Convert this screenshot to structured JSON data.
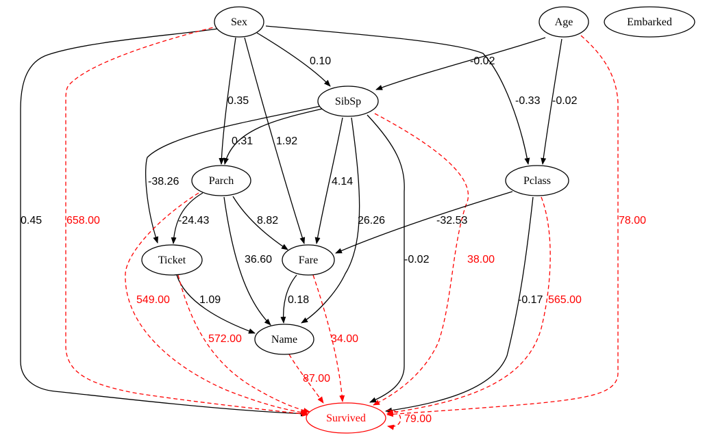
{
  "colors": {
    "default": "#000000",
    "highlight": "#ff0000",
    "background": "#ffffff"
  },
  "nodes": [
    {
      "id": "sex",
      "label": "Sex"
    },
    {
      "id": "age",
      "label": "Age"
    },
    {
      "id": "embarked",
      "label": "Embarked"
    },
    {
      "id": "sibsp",
      "label": "SibSp"
    },
    {
      "id": "parch",
      "label": "Parch"
    },
    {
      "id": "pclass",
      "label": "Pclass"
    },
    {
      "id": "ticket",
      "label": "Ticket"
    },
    {
      "id": "fare",
      "label": "Fare"
    },
    {
      "id": "name",
      "label": "Name"
    },
    {
      "id": "survived",
      "label": "Survived",
      "highlight": true
    }
  ],
  "edges": [
    {
      "id": "sex-survived",
      "from": "Sex",
      "to": "Survived",
      "label": "0.45",
      "style": "solid"
    },
    {
      "id": "sex-survived-dashed",
      "from": "Sex",
      "to": "Survived",
      "label": "658.00",
      "style": "dashed"
    },
    {
      "id": "sex-parch",
      "from": "Sex",
      "to": "Parch",
      "label": "0.35",
      "style": "solid"
    },
    {
      "id": "sex-fare",
      "from": "Sex",
      "to": "Fare",
      "label": "1.92",
      "style": "solid"
    },
    {
      "id": "sex-sibsp",
      "from": "Sex",
      "to": "SibSp",
      "label": "0.10",
      "style": "solid"
    },
    {
      "id": "sex-pclass",
      "from": "Sex",
      "to": "Pclass",
      "label": "-0.33",
      "style": "solid"
    },
    {
      "id": "age-sibsp",
      "from": "Age",
      "to": "SibSp",
      "label": "-0.02",
      "style": "solid"
    },
    {
      "id": "age-pclass",
      "from": "Age",
      "to": "Pclass",
      "label": "-0.02",
      "style": "solid"
    },
    {
      "id": "age-survived-dashed",
      "from": "Age",
      "to": "Survived",
      "label": "78.00",
      "style": "dashed"
    },
    {
      "id": "sibsp-parch",
      "from": "SibSp",
      "to": "Parch",
      "label": "0.31",
      "style": "solid"
    },
    {
      "id": "sibsp-ticket",
      "from": "SibSp",
      "to": "Ticket",
      "label": "-38.26",
      "style": "solid"
    },
    {
      "id": "sibsp-fare",
      "from": "SibSp",
      "to": "Fare",
      "label": "4.14",
      "style": "solid"
    },
    {
      "id": "sibsp-name",
      "from": "SibSp",
      "to": "Name",
      "label": "26.26",
      "style": "solid"
    },
    {
      "id": "sibsp-survived",
      "from": "SibSp",
      "to": "Survived",
      "label": "-0.02",
      "style": "solid"
    },
    {
      "id": "sibsp-survived-dashed",
      "from": "SibSp",
      "to": "Survived",
      "label": "38.00",
      "style": "dashed"
    },
    {
      "id": "parch-ticket",
      "from": "Parch",
      "to": "Ticket",
      "label": "-24.43",
      "style": "solid"
    },
    {
      "id": "parch-fare",
      "from": "Parch",
      "to": "Fare",
      "label": "8.82",
      "style": "solid"
    },
    {
      "id": "parch-name",
      "from": "Parch",
      "to": "Name",
      "label": "36.60",
      "style": "solid"
    },
    {
      "id": "parch-survived-dashed",
      "from": "Parch",
      "to": "Survived",
      "label": "549.00",
      "style": "dashed"
    },
    {
      "id": "pclass-fare",
      "from": "Pclass",
      "to": "Fare",
      "label": "-32.53",
      "style": "solid"
    },
    {
      "id": "pclass-survived",
      "from": "Pclass",
      "to": "Survived",
      "label": "-0.17",
      "style": "solid"
    },
    {
      "id": "pclass-survived-dashed",
      "from": "Pclass",
      "to": "Survived",
      "label": "565.00",
      "style": "dashed"
    },
    {
      "id": "ticket-name",
      "from": "Ticket",
      "to": "Name",
      "label": "1.09",
      "style": "solid"
    },
    {
      "id": "ticket-survived-dashed",
      "from": "Ticket",
      "to": "Survived",
      "label": "572.00",
      "style": "dashed"
    },
    {
      "id": "fare-name",
      "from": "Fare",
      "to": "Name",
      "label": "0.18",
      "style": "solid"
    },
    {
      "id": "fare-survived-dashed",
      "from": "Fare",
      "to": "Survived",
      "label": "34.00",
      "style": "dashed"
    },
    {
      "id": "name-survived-dashed",
      "from": "Name",
      "to": "Survived",
      "label": "87.00",
      "style": "dashed"
    },
    {
      "id": "survived-self-dashed",
      "from": "Survived",
      "to": "Survived",
      "label": "79.00",
      "style": "dashed"
    }
  ]
}
